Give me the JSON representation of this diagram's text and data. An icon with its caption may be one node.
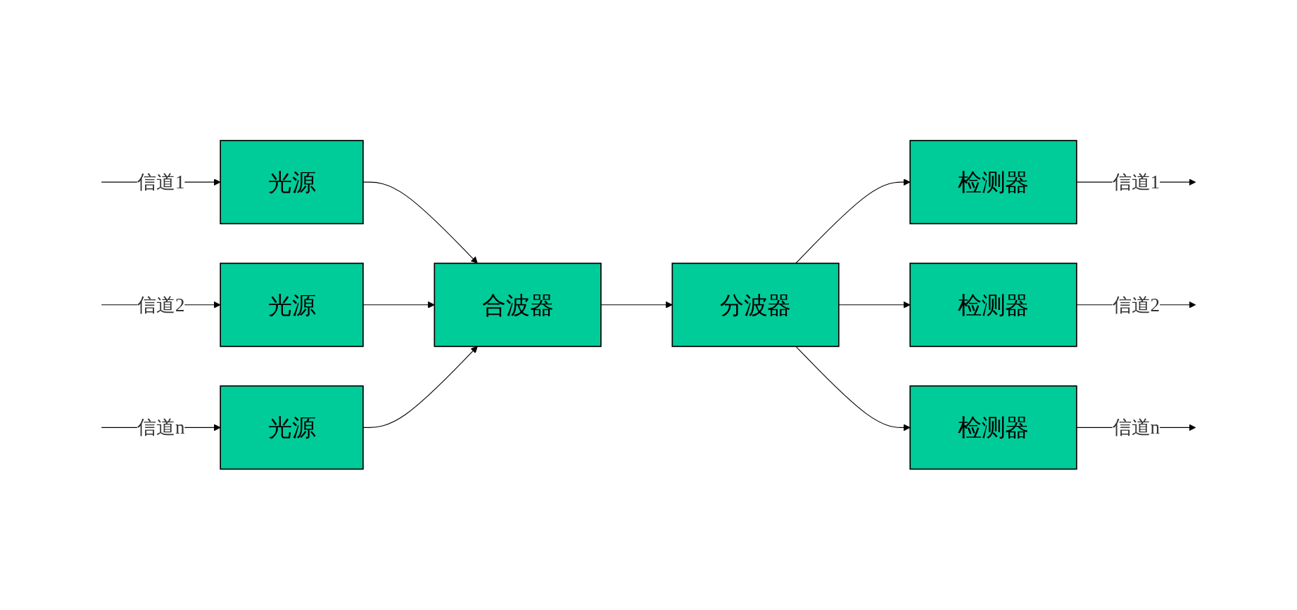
{
  "diagram": {
    "nodes": [
      {
        "text": [
          "光源"
        ]
      },
      {
        "text": [
          "光源"
        ]
      },
      {
        "text": [
          "光源"
        ]
      },
      {
        "text": [
          "合波器"
        ]
      },
      {
        "text": [
          "分波器"
        ]
      },
      {
        "text": [
          "检测器"
        ]
      },
      {
        "text": [
          "检测器"
        ]
      },
      {
        "text": [
          "检测器"
        ]
      }
    ],
    "edges": [
      {
        "from": null,
        "to": 0,
        "arrow": "to",
        "label": "信道1"
      },
      {
        "from": null,
        "to": 1,
        "arrow": "to",
        "label": "信道2"
      },
      {
        "from": null,
        "to": 2,
        "arrow": "to",
        "label": "信道n"
      },
      {
        "from": 0,
        "to": 3,
        "arrow": "to"
      },
      {
        "from": 1,
        "to": 3,
        "arrow": "to"
      },
      {
        "from": 2,
        "to": 3,
        "arrow": "to"
      },
      {
        "from": 3,
        "to": 4,
        "arrow": "to"
      },
      {
        "from": 4,
        "to": 5,
        "arrow": "to"
      },
      {
        "from": 4,
        "to": 6,
        "arrow": "to"
      },
      {
        "from": 4,
        "to": 7,
        "arrow": "to"
      },
      {
        "from": 5,
        "to": null,
        "arrow": "to",
        "label": "信道1"
      },
      {
        "from": 6,
        "to": null,
        "arrow": "to",
        "label": "信道2"
      },
      {
        "from": 7,
        "to": null,
        "arrow": "to",
        "label": "信道n"
      }
    ]
  }
}
